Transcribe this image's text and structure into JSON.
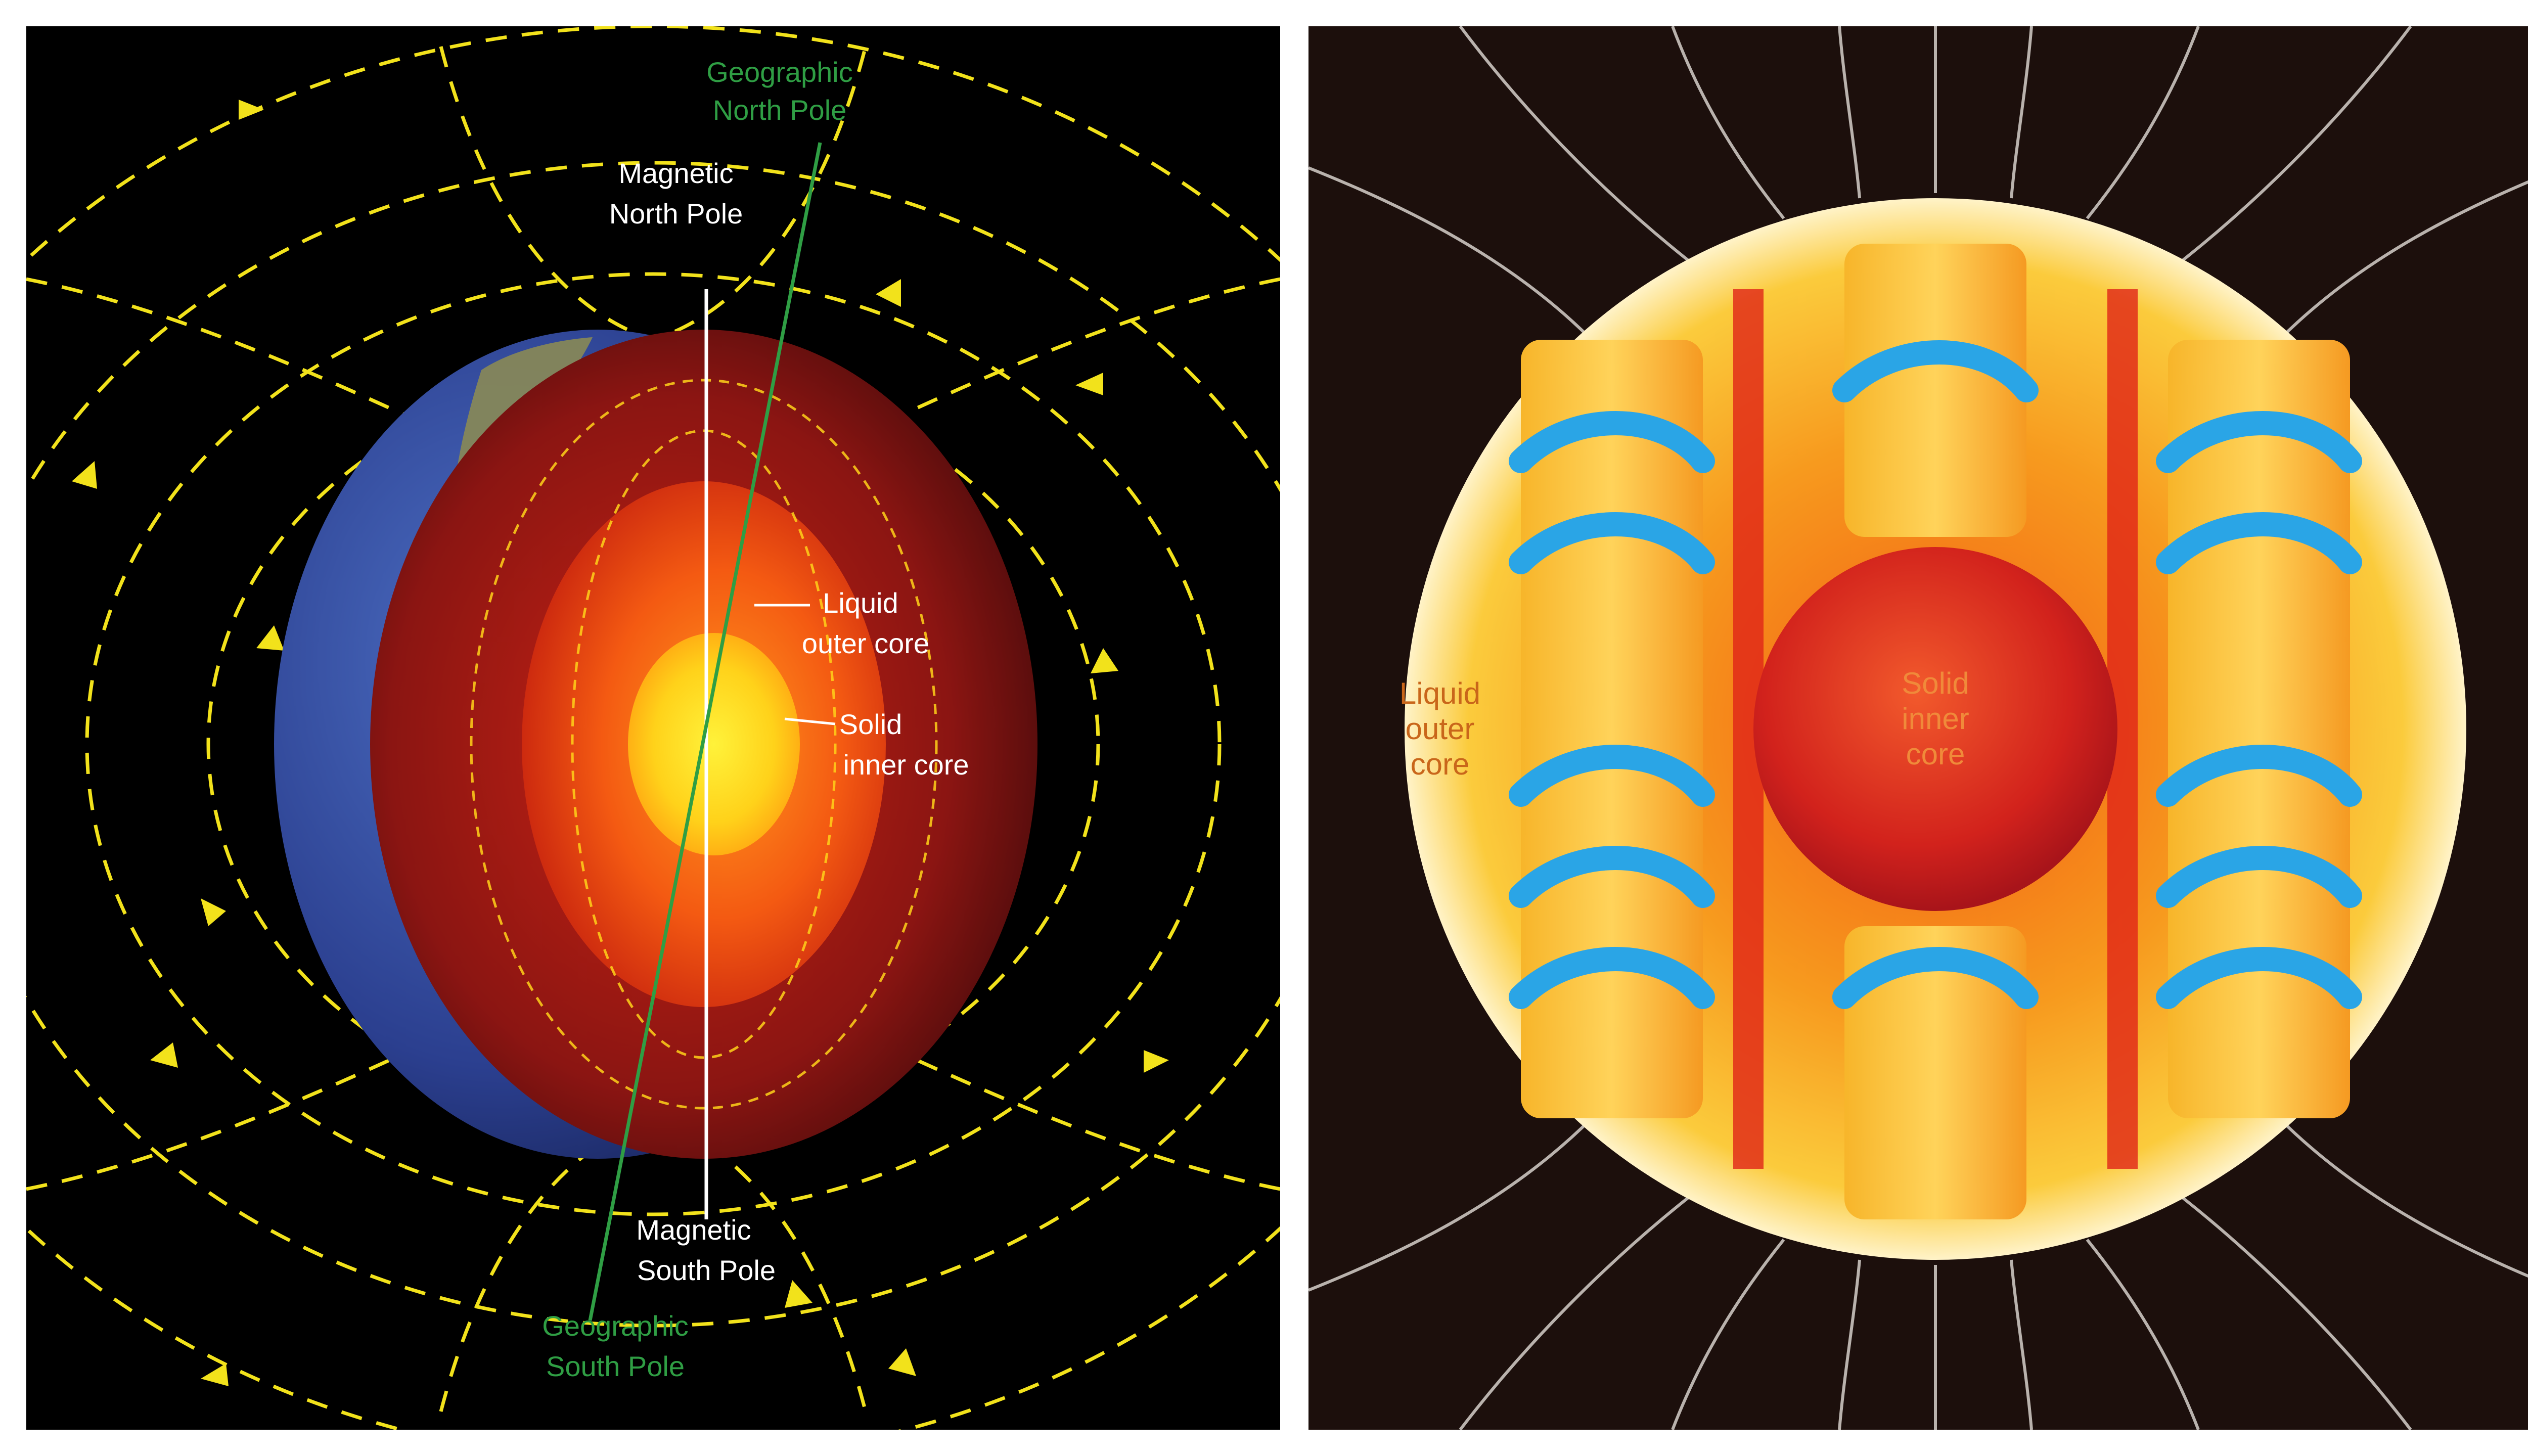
{
  "left_diagram": {
    "labels": {
      "geographic_north_line1": "Geographic",
      "geographic_north_line2": "North Pole",
      "magnetic_north_line1": "Magnetic",
      "magnetic_north_line2": "North Pole",
      "liquid_core_line1": "Liquid",
      "liquid_core_line2": "outer core",
      "solid_core_line1": "Solid",
      "solid_core_line2": "inner core",
      "magnetic_south_line1": "Magnetic",
      "magnetic_south_line2": "South Pole",
      "geographic_south_line1": "Geographic",
      "geographic_south_line2": "South Pole"
    },
    "colors": {
      "field_lines": "#f2e21b",
      "geographic_axis": "#2f9e44",
      "magnetic_axis": "#ffffff",
      "background": "#000000"
    }
  },
  "right_diagram": {
    "labels": {
      "liquid_core_line1": "Liquid",
      "liquid_core_line2": "outer",
      "liquid_core_line3": "core",
      "solid_core_line1": "Solid",
      "solid_core_line2": "inner",
      "solid_core_line3": "core"
    },
    "colors": {
      "field_lines": "#b9b2ad",
      "helix": "#2aa5e6",
      "background": "#1c0f0c"
    }
  }
}
